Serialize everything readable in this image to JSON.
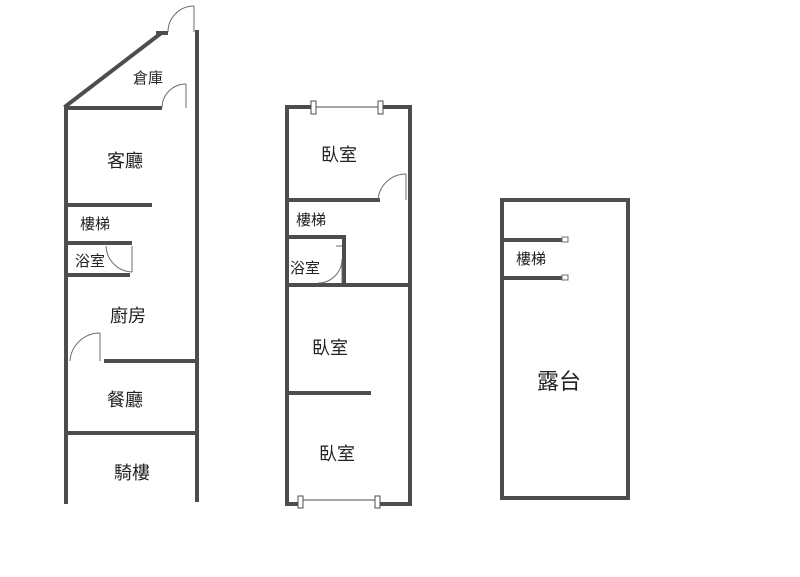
{
  "floor1": {
    "storage": "倉庫",
    "living_room": "客廳",
    "stairs": "樓梯",
    "bathroom": "浴室",
    "kitchen": "廚房",
    "dining_room": "餐廳",
    "arcade": "騎樓"
  },
  "floor2": {
    "bedroom_top": "臥室",
    "stairs": "樓梯",
    "bathroom": "浴室",
    "bedroom_middle": "臥室",
    "bedroom_bottom": "臥室"
  },
  "floor3": {
    "stairs": "樓梯",
    "terrace": "露台"
  },
  "colors": {
    "wall": "#4d4d4d",
    "text": "#222222",
    "background": "#ffffff"
  }
}
